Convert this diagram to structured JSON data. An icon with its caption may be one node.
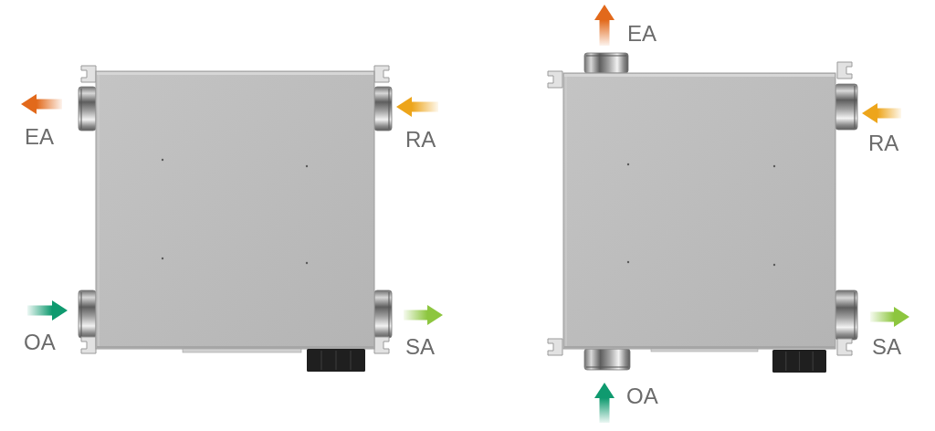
{
  "diagram": {
    "labels": [
      "EA",
      "RA",
      "OA",
      "SA",
      "EA",
      "RA",
      "SA",
      "OA"
    ]
  }
}
